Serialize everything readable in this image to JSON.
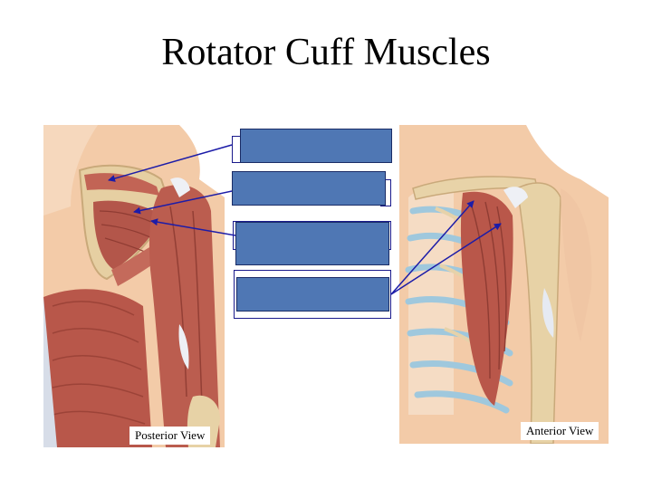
{
  "slide": {
    "title": "Rotator Cuff Muscles"
  },
  "figures": {
    "posterior": {
      "view_label": "Posterior View",
      "icon": "posterior-shoulder-anatomy-illustration"
    },
    "anterior": {
      "view_label": "Anterior View",
      "icon": "anterior-shoulder-anatomy-illustration"
    }
  },
  "label_boxes": {
    "count": 4,
    "fill_color": "#4f77b4",
    "border_color": "#1a2c66"
  },
  "colors": {
    "arrow": "#1c1ca8",
    "muscle": "#b5564a",
    "muscle_light": "#d98a78",
    "bone": "#e8d3a8",
    "skin": "#f2c9a6",
    "cartilage": "#a9cfe3"
  }
}
